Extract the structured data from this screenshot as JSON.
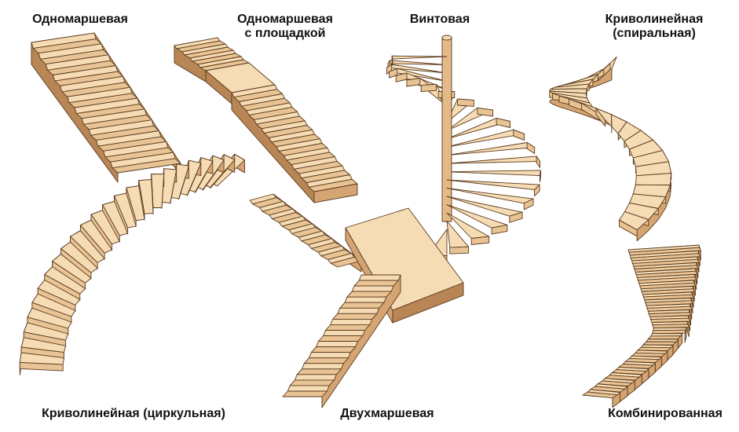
{
  "colors": {
    "top": "#f6dcb5",
    "riser": "#e8c394",
    "side": "#d4a573",
    "dark": "#b88655",
    "outline": "#5a3a1e",
    "pole": "#e2b987",
    "text": "#111111"
  },
  "stairs": [
    {
      "id": "single-flight",
      "label_lines": [
        "Одномаршевая"
      ]
    },
    {
      "id": "single-flight-landing",
      "label_lines": [
        "Одномаршевая",
        "с площадкой"
      ]
    },
    {
      "id": "spiral-screw",
      "label_lines": [
        "Винтовая"
      ]
    },
    {
      "id": "curved-spiral",
      "label_lines": [
        "Криволинейная",
        "(спиральная)"
      ]
    },
    {
      "id": "curved-circular",
      "label_lines": [
        "Криволинейная (циркульная)"
      ]
    },
    {
      "id": "two-flight",
      "label_lines": [
        "Двухмаршевая"
      ]
    },
    {
      "id": "combined",
      "label_lines": [
        "Комбинированная"
      ]
    }
  ]
}
